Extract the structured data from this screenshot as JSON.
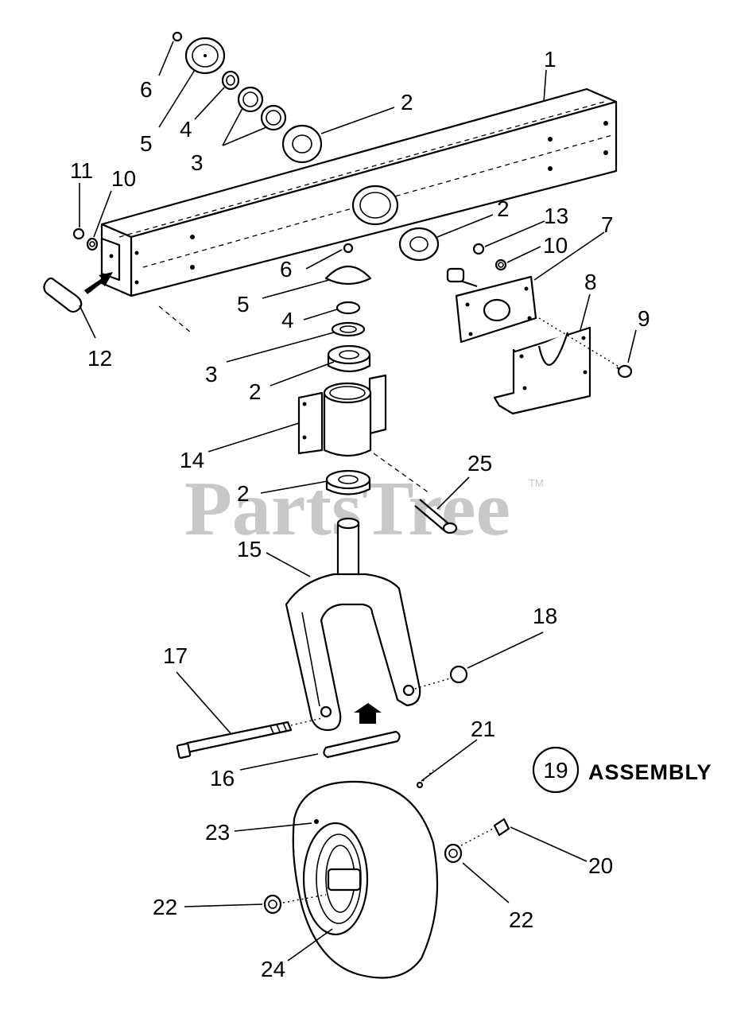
{
  "watermark": {
    "text": "PartsTree",
    "trademark": "TM"
  },
  "assembly_note": {
    "number": "19",
    "label": "ASSEMBLY"
  },
  "callouts": {
    "c1": "1",
    "c2a": "2",
    "c2b": "2",
    "c2c": "2",
    "c2d": "2",
    "c3a": "3",
    "c3b": "3",
    "c4a": "4",
    "c4b": "4",
    "c5a": "5",
    "c5b": "5",
    "c6a": "6",
    "c6b": "6",
    "c7": "7",
    "c8": "8",
    "c9": "9",
    "c10a": "10",
    "c10b": "10",
    "c11": "11",
    "c12": "12",
    "c13": "13",
    "c14": "14",
    "c15": "15",
    "c16": "16",
    "c17": "17",
    "c18": "18",
    "c20": "20",
    "c21": "21",
    "c22a": "22",
    "c22b": "22",
    "c23": "23",
    "c24": "24",
    "c25": "25"
  }
}
